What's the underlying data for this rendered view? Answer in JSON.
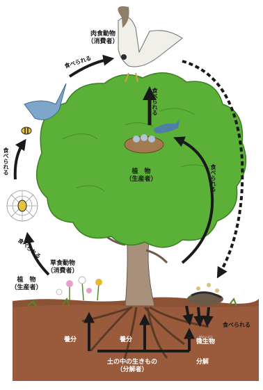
{
  "labels": {
    "carnivore": "肉食動物",
    "carnivore_sub": "（消費者）",
    "herbivore": "草食動物",
    "herbivore_sub": "（消費者）",
    "plant_left": "植　物",
    "plant_left_sub": "（生産者）",
    "plant_center": "植　物",
    "plant_center_sub": "（生産者）",
    "soil_life": "土の中の生きもの",
    "soil_life_sub": "（分解者）",
    "microbe_ruby": "びせいぶつ",
    "microbe": "微生物",
    "decompose": "分解",
    "nutrient_left": "養分",
    "nutrient_right": "養分"
  },
  "eaten": {
    "top_left": "食べられる",
    "tree_top": "食べられる",
    "tree_right": "食べられる",
    "left_side": "食べられる",
    "lower_left": "食べられる",
    "ground_right": "食べられる"
  },
  "colors": {
    "arrow": "#1a1a1a",
    "foliage": "#5bb037",
    "trunk": "#a9907a",
    "soil": "#9a5a3c"
  }
}
